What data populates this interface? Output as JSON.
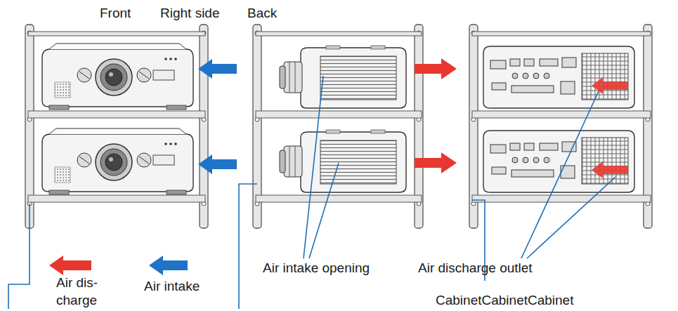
{
  "diagram": {
    "labels": [
      "Front",
      "Right side",
      "Back",
      "Air dis- charge",
      "Air intake",
      "Air intake opening",
      "Air discharge outlet",
      "CabinetCabinetCabinet"
    ]
  }
}
